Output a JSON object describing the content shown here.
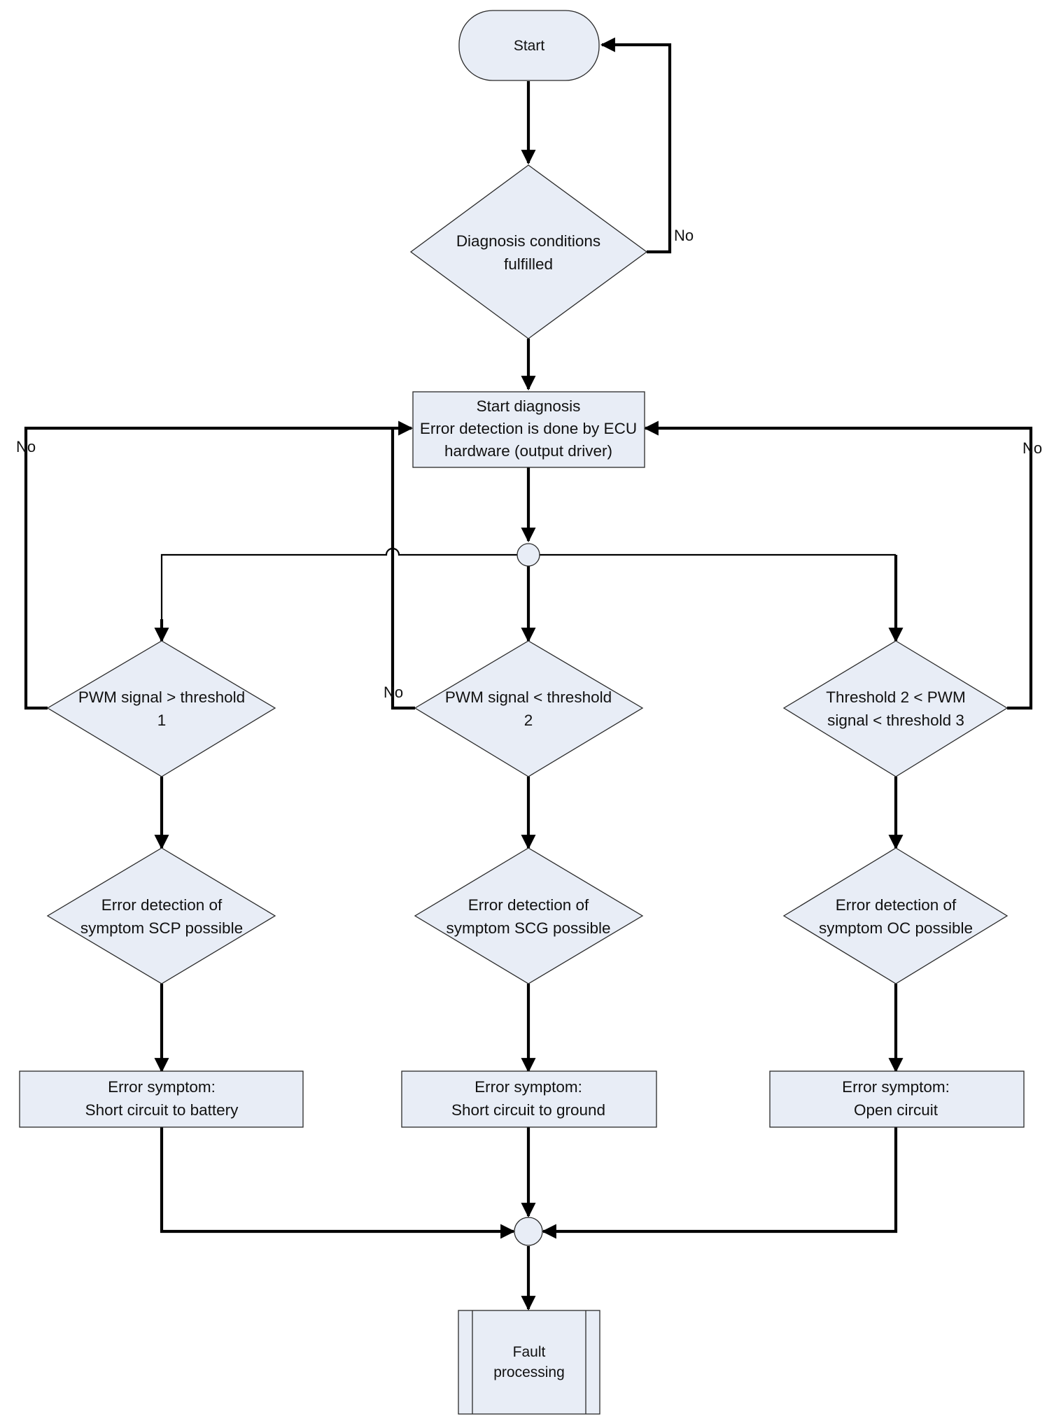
{
  "nodes": {
    "start": "Start",
    "conditions": [
      "Diagnosis conditions",
      "fulfilled"
    ],
    "start_diag": [
      "Start diagnosis",
      "Error detection is done by ECU",
      "hardware (output driver)"
    ],
    "dec_left": [
      "PWM signal > threshold",
      "1"
    ],
    "dec_mid": [
      "PWM signal < threshold",
      "2"
    ],
    "dec_right": [
      "Threshold 2 < PWM",
      "signal < threshold 3"
    ],
    "det_left": [
      "Error detection of",
      "symptom SCP possible"
    ],
    "det_mid": [
      "Error detection of",
      "symptom SCG possible"
    ],
    "det_right": [
      "Error detection of",
      "symptom OC possible"
    ],
    "sym_left": [
      "Error symptom:",
      "Short circuit to battery"
    ],
    "sym_mid": [
      "Error symptom:",
      "Short circuit to ground"
    ],
    "sym_right": [
      "Error symptom:",
      "Open circuit"
    ],
    "fault": [
      "Fault",
      "processing"
    ]
  },
  "edge_labels": {
    "no_top": "No",
    "no_left": "No",
    "no_mid": "No",
    "no_right": "No"
  }
}
